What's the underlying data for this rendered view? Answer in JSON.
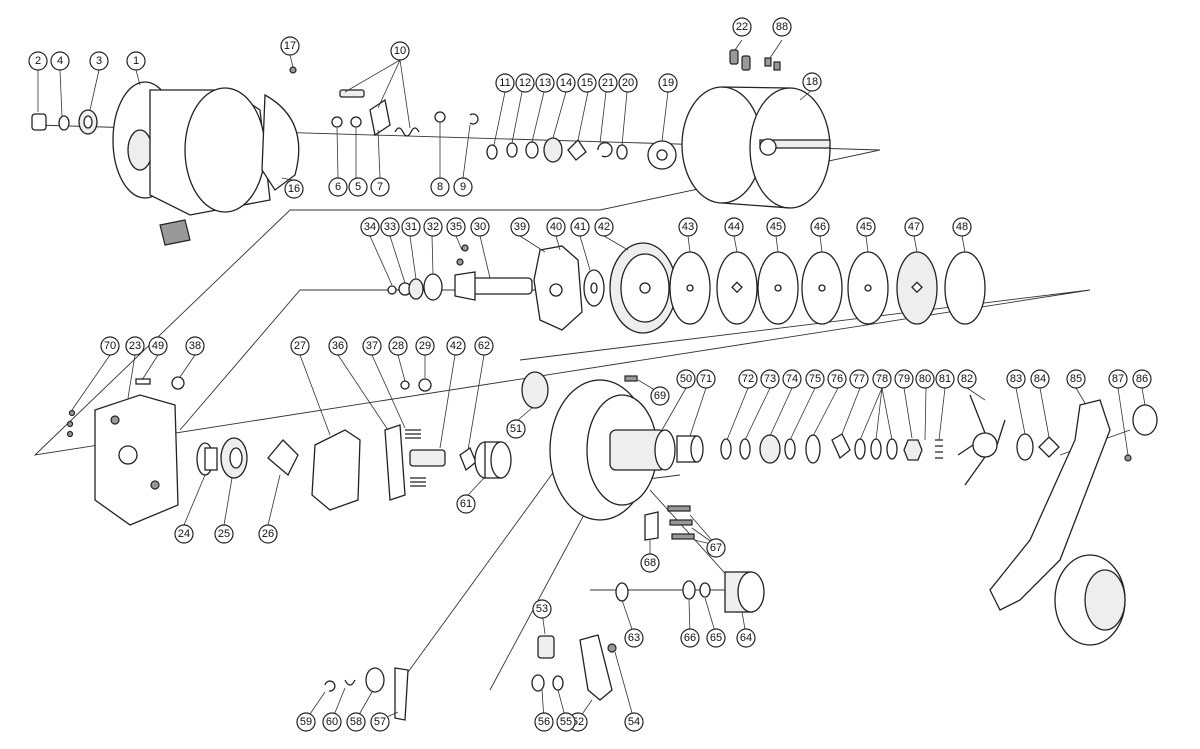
{
  "diagram": {
    "part_numbers": [
      "1",
      "2",
      "3",
      "4",
      "5",
      "6",
      "7",
      "8",
      "9",
      "10",
      "11",
      "12",
      "13",
      "14",
      "15",
      "16",
      "17",
      "18",
      "19",
      "20",
      "21",
      "22",
      "23",
      "24",
      "25",
      "26",
      "27",
      "28",
      "29",
      "30",
      "31",
      "32",
      "33",
      "34",
      "35",
      "36",
      "37",
      "38",
      "39",
      "40",
      "41",
      "42",
      "43",
      "44",
      "45",
      "46",
      "47",
      "48",
      "49",
      "50",
      "51",
      "52",
      "53",
      "54",
      "55",
      "56",
      "57",
      "58",
      "59",
      "60",
      "61",
      "62",
      "63",
      "64",
      "65",
      "66",
      "67",
      "68",
      "69",
      "70",
      "71",
      "72",
      "73",
      "74",
      "75",
      "76",
      "77",
      "78",
      "79",
      "80",
      "81",
      "82",
      "83",
      "84",
      "85",
      "86",
      "87",
      "88"
    ]
  }
}
